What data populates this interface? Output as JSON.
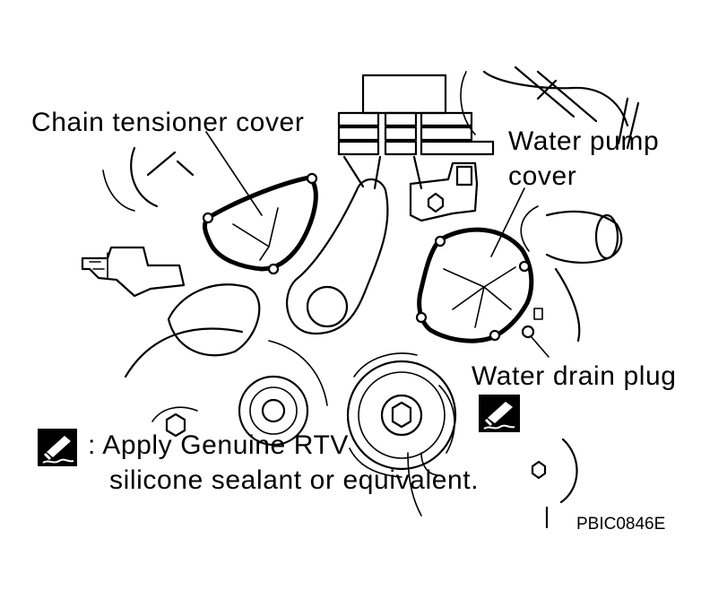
{
  "labels": {
    "chain_tensioner_cover": "Chain tensioner cover",
    "water_pump_cover_line1": "Water pump",
    "water_pump_cover_line2": "cover",
    "water_drain_plug": "Water drain plug"
  },
  "legend": {
    "line1": ": Apply Genuine RTV",
    "line2": "silicone sealant or equivalent."
  },
  "figure_code": "PBIC0846E",
  "icons": {
    "sealant": "sealant-tube-icon"
  },
  "colors": {
    "ink": "#000000",
    "paper": "#ffffff"
  }
}
